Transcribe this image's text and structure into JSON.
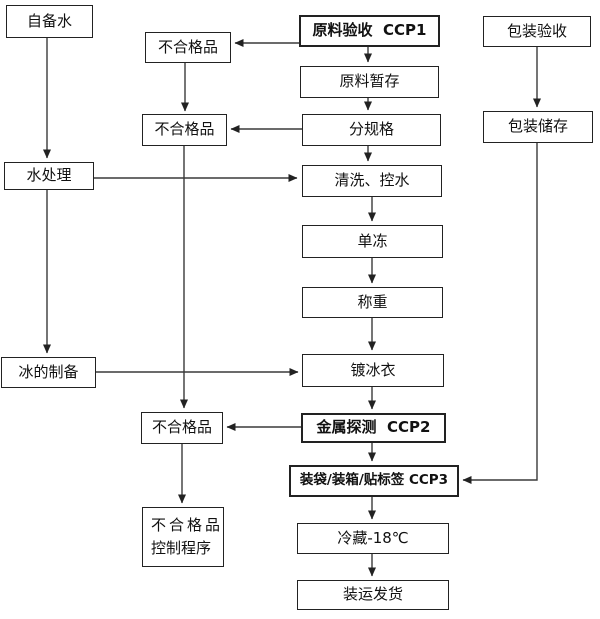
{
  "colors": {
    "box_border": "#222222",
    "arrow": "#3a3a3a",
    "text": "#111111",
    "background": "#ffffff"
  },
  "left_column": {
    "self_water": "自备水",
    "water_treatment": "水处理",
    "ice_preparation": "冰的制备"
  },
  "reject_column": {
    "nonconforming_top": "不合格品",
    "nonconforming_mid": "不合格品",
    "nonconforming_bottom": "不合格品",
    "control_program_line1": "不合格品",
    "control_program_line2": "控制程序"
  },
  "main_column": {
    "raw_acceptance": "原料验收  CCP1",
    "raw_storage": "原料暂存",
    "sorting": "分规格",
    "washing": "清洗、控水",
    "freezing": "单冻",
    "weighing": "称重",
    "glazing": "镀冰衣",
    "metal_detection": "金属探测  CCP2",
    "packing": "装袋/装箱/贴标签 CCP3",
    "cold_storage": "冷藏-18℃",
    "shipping": "装运发货"
  },
  "right_column": {
    "pack_acceptance": "包装验收",
    "pack_storage": "包装储存"
  }
}
